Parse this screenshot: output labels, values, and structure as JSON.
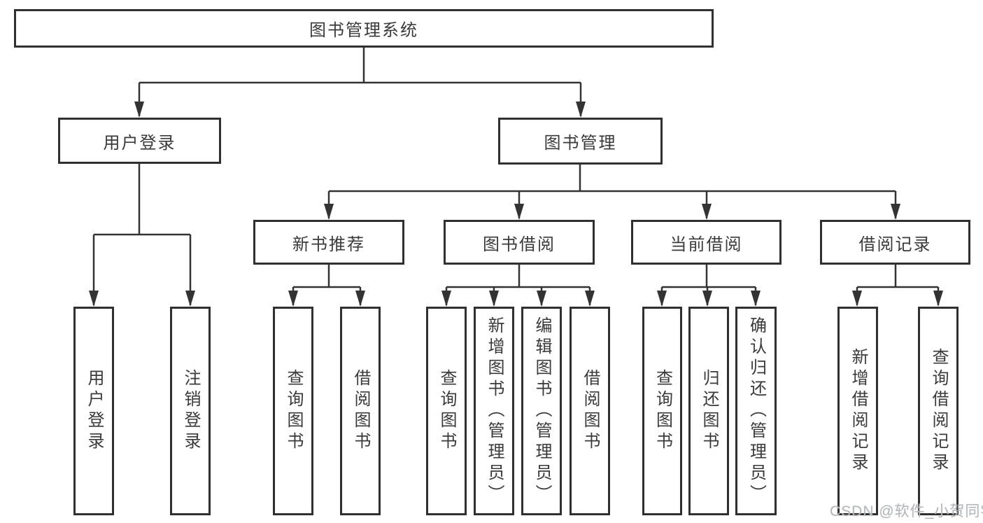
{
  "nodes": {
    "root": {
      "label": "图书管理系统"
    },
    "user_login": {
      "label": "用户登录",
      "children": {
        "login": {
          "label": "用户登录"
        },
        "logout": {
          "label": "注销登录"
        }
      }
    },
    "book_mgmt": {
      "label": "图书管理",
      "children": {
        "new_book_rec": {
          "label": "新书推荐",
          "children": {
            "query_books": {
              "label": "查询图书"
            },
            "borrow_books": {
              "label": "借阅图书"
            }
          }
        },
        "book_borrow": {
          "label": "图书借阅",
          "children": {
            "query_books": {
              "label": "查询图书"
            },
            "add_books": {
              "label": "新增图书（管理员）"
            },
            "edit_books": {
              "label": "编辑图书（管理员）"
            },
            "borrow_books": {
              "label": "借阅图书"
            }
          }
        },
        "current_borrow": {
          "label": "当前借阅",
          "children": {
            "query_books": {
              "label": "查询图书"
            },
            "return_books": {
              "label": "归还图书"
            },
            "confirm_return": {
              "label": "确认归还（管理员）"
            }
          }
        },
        "borrow_records": {
          "label": "借阅记录",
          "children": {
            "add_record": {
              "label": "新增借阅记录"
            },
            "query_record": {
              "label": "查询借阅记录"
            }
          }
        }
      }
    }
  },
  "watermark": {
    "text": "CSDN @软件_小贺同学"
  },
  "colors": {
    "line": "#333333",
    "box_border": "#303030",
    "text": "#3a3a3a",
    "watermark": "#b5b8bc",
    "background": "#ffffff"
  }
}
